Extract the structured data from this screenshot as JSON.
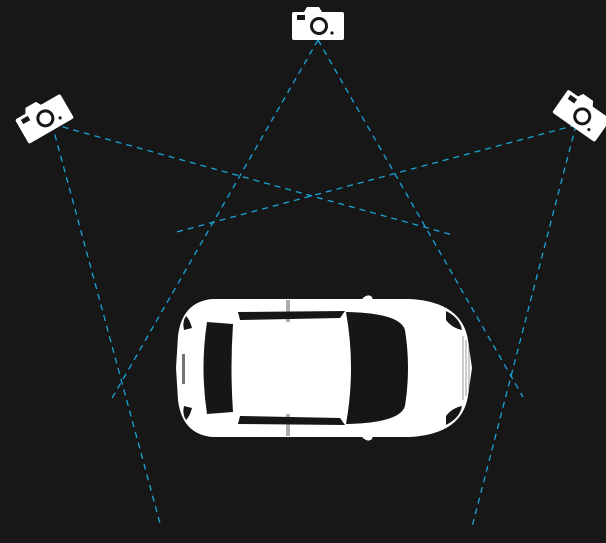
{
  "diagram": {
    "description_elements": [
      "camera-top",
      "camera-left",
      "camera-right",
      "car"
    ],
    "colors": {
      "background": "#171717",
      "camera": "#ffffff",
      "sight_line": "#1aa3d9",
      "car_body": "#ffffff",
      "car_dark": "#161616"
    },
    "icons": {
      "camera": "camera-icon",
      "car": "car-topview-icon"
    },
    "cameras": [
      {
        "id": "top",
        "icon": "camera-icon"
      },
      {
        "id": "left",
        "icon": "camera-icon"
      },
      {
        "id": "right",
        "icon": "camera-icon"
      }
    ],
    "sight_lines": 6
  }
}
